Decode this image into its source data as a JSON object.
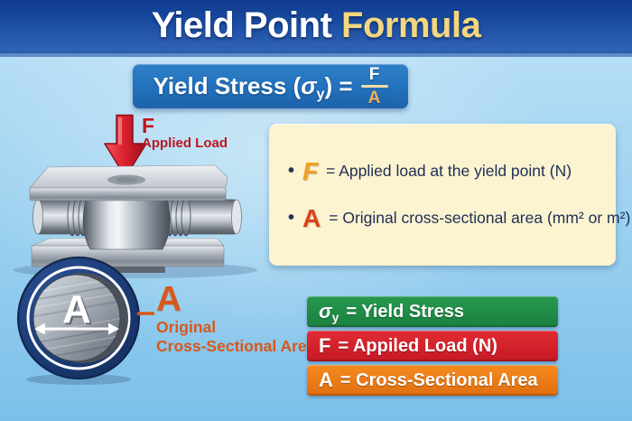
{
  "title": {
    "main": "Yield Point",
    "accent": "Formula"
  },
  "formula": {
    "prefix": "Yield Stress (",
    "sigma": "σ",
    "sigma_sub": "y",
    "suffix": ") =",
    "numerator": "F",
    "denominator": "A"
  },
  "apparatus": {
    "force_symbol": "F",
    "force_label": "Applied Load",
    "cross_section_letter": "A",
    "area_symbol": "A",
    "area_label_line1": "Original",
    "area_label_line2": "Cross-Sectional Area"
  },
  "definitions": [
    {
      "bullet": "•",
      "symbol": "F",
      "text": "= Applied load at the yield point (N)"
    },
    {
      "bullet": "•",
      "symbol": "A",
      "text": "= Original cross-sectional area (mm² or m²)"
    }
  ],
  "legend": [
    {
      "sigma": "σ",
      "sub": "y",
      "text": "= Yield Stress"
    },
    {
      "symbol": "F",
      "text": "= Appiled Load (N)"
    },
    {
      "symbol": "A",
      "text": "= Cross-Sectional Area"
    }
  ],
  "colors": {
    "header_blue": "#1b4da2",
    "background_blue": "#9dd2f0",
    "title_accent_gold": "#f5d77d",
    "formula_box_blue": "#2271bc",
    "fraction_denominator_gold": "#f0b157",
    "info_box_cream": "#fcf3d1",
    "definition_text_navy": "#1f2e54",
    "symbol_f_gold": "#f0a125",
    "symbol_a_red_orange": "#d8431d",
    "arrow_red": "#d92330",
    "force_label_dark_red": "#c0131f",
    "area_label_orange": "#d8571a",
    "legend_green": "#1e8b45",
    "legend_red": "#d8232f",
    "legend_orange": "#ee7d18"
  }
}
